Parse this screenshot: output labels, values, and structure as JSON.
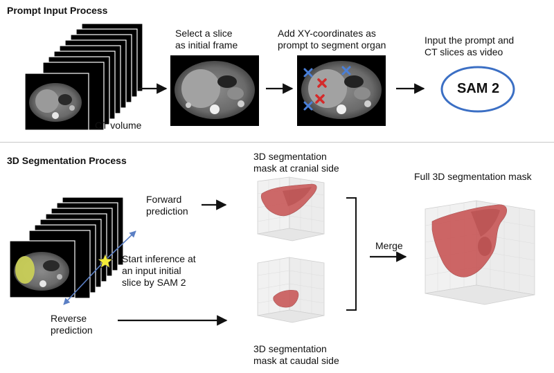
{
  "prompt_section": {
    "heading": "Prompt Input Process",
    "ct_volume_label": "CT volume",
    "select_slice_label": [
      "Select a slice",
      "as initial frame"
    ],
    "add_coords_label": [
      "Add XY-coordinates as",
      "prompt to segment organ"
    ],
    "input_prompt_label": [
      "Input the prompt and",
      "CT slices as video"
    ],
    "sam_box_label": "SAM 2"
  },
  "segmentation_section": {
    "heading": "3D Segmentation Process",
    "forward_label": [
      "Forward",
      "prediction"
    ],
    "reverse_label": [
      "Reverse",
      "prediction"
    ],
    "start_inference_label": [
      "Start inference at",
      "an input initial",
      "slice by SAM 2"
    ],
    "cranial_label": [
      "3D segmentation",
      "mask at cranial side"
    ],
    "caudal_label": [
      "3D segmentation",
      "mask at caudal side"
    ],
    "merge_label": "Merge",
    "full_mask_label": "Full 3D segmentation mask"
  },
  "colors": {
    "sam_ring": "#3b6fc4",
    "mask_fill": "#c95a5a",
    "prompt_positive": "#d42a2a",
    "prompt_negative": "#4a7fd8",
    "star": "#f3ec3a",
    "liver_overlay": "#c9cf57"
  }
}
